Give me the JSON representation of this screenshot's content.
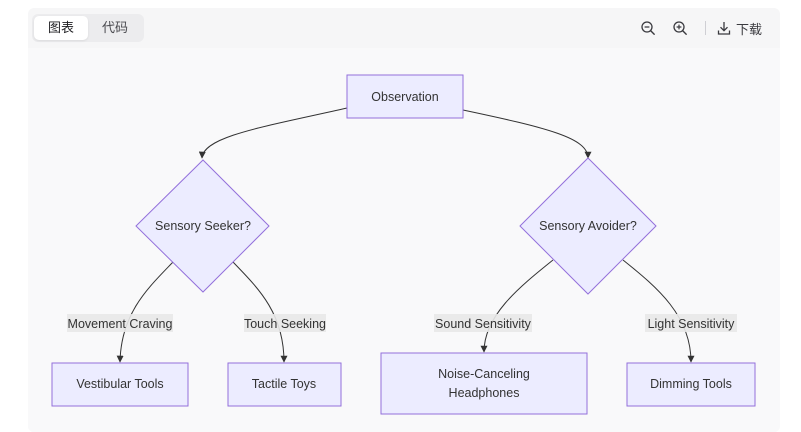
{
  "toolbar": {
    "tabs": [
      {
        "label": "图表",
        "active": true
      },
      {
        "label": "代码",
        "active": false
      }
    ],
    "zoom_out_icon": "zoom-out-icon",
    "zoom_in_icon": "zoom-in-icon",
    "download_icon": "download-icon",
    "download_label": "下载"
  },
  "colors": {
    "node_fill": "#ececff",
    "node_stroke": "#9370db",
    "edge": "#333333",
    "canvas_bg": "#f9f9fa"
  },
  "diagram": {
    "nodes": {
      "observation": "Observation",
      "sensory_seeker": "Sensory Seeker?",
      "sensory_avoider": "Sensory Avoider?",
      "vestibular_tools": "Vestibular Tools",
      "tactile_toys": "Tactile Toys",
      "noise_canceling_line1": "Noise-Canceling",
      "noise_canceling_line2": "Headphones",
      "dimming_tools": "Dimming Tools"
    },
    "edge_labels": {
      "movement_craving": "Movement Craving",
      "touch_seeking": "Touch Seeking",
      "sound_sensitivity": "Sound Sensitivity",
      "light_sensitivity": "Light Sensitivity"
    }
  }
}
